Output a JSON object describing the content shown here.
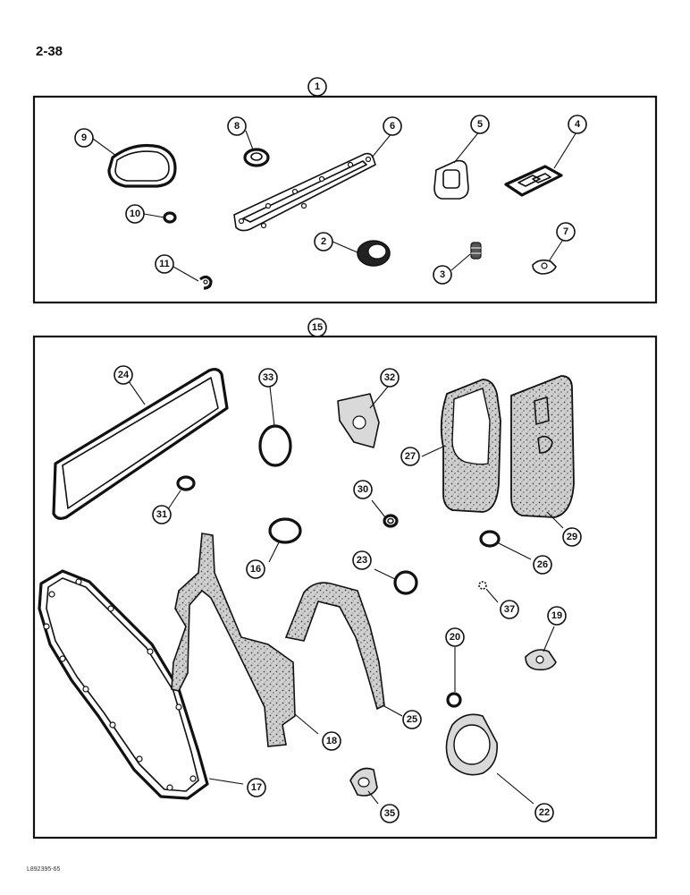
{
  "page": {
    "number": "2-38",
    "figure_code": "L892395-65"
  },
  "callouts": {
    "c1": "1",
    "c2": "2",
    "c3": "3",
    "c4": "4",
    "c5": "5",
    "c6": "6",
    "c7": "7",
    "c8": "8",
    "c9": "9",
    "c10": "10",
    "c11": "11",
    "c15": "15",
    "c16": "16",
    "c17": "17",
    "c18": "18",
    "c19": "19",
    "c20": "20",
    "c22": "22",
    "c23": "23",
    "c24": "24",
    "c25": "25",
    "c26": "26",
    "c27": "27",
    "c29": "29",
    "c30": "30",
    "c31": "31",
    "c32": "32",
    "c33": "33",
    "c35": "35",
    "c37": "37"
  }
}
